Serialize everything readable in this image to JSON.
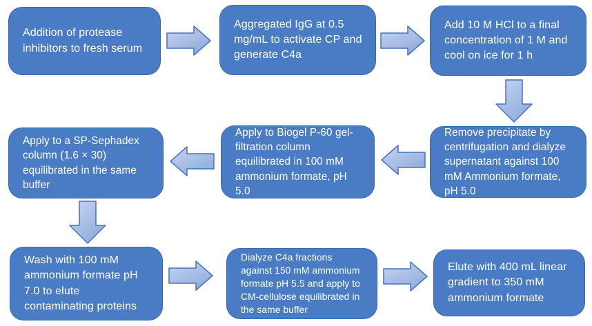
{
  "diagram": {
    "type": "flowchart",
    "rows": 3,
    "columns": 3,
    "flow_pattern": "serpentine: row1 left-to-right, row2 right-to-left, row3 left-to-right"
  },
  "colors": {
    "background": "#FFFFFF",
    "box_fill": "#4A7CC6",
    "box_border": "#3967AE",
    "box_text": "#FFFFFF",
    "arrow_fill_light": "#C9D5F0",
    "arrow_fill_dark": "#8FACDC",
    "arrow_border": "#4472C4"
  },
  "steps": [
    {
      "id": 1,
      "text": "Addition of protease inhibitors to fresh serum"
    },
    {
      "id": 2,
      "text": "Aggregated IgG at 0.5 mg/mL to activate CP and generate C4a"
    },
    {
      "id": 3,
      "text": "Add 10 M HCl to a final concentration of 1 M and cool on ice for 1 h"
    },
    {
      "id": 4,
      "text": "Remove precipitate by centrifugation and dialyze supernatant against 100 mM Ammonium formate, pH 5.0"
    },
    {
      "id": 5,
      "text": "Apply to Biogel P-60 gel-filtration column equilibrated in 100 mM ammonium formate, pH 5.0"
    },
    {
      "id": 6,
      "text": "Apply to a SP-Sephadex column (1.6 × 30) equilibrated in the same buffer"
    },
    {
      "id": 7,
      "text": "Wash with 100 mM ammonium formate pH 7.0 to elute contaminating proteins"
    },
    {
      "id": 8,
      "text": "Dialyze C4a fractions against 150 mM ammonium formate pH 5.5 and apply to CM-cellulose equilibrated in the same buffer"
    },
    {
      "id": 9,
      "text": "Elute with 400 mL linear gradient to 350 mM ammonium formate"
    }
  ],
  "connections": [
    {
      "from": 1,
      "to": 2,
      "direction": "right"
    },
    {
      "from": 2,
      "to": 3,
      "direction": "right"
    },
    {
      "from": 3,
      "to": 4,
      "direction": "down"
    },
    {
      "from": 4,
      "to": 5,
      "direction": "left"
    },
    {
      "from": 5,
      "to": 6,
      "direction": "left"
    },
    {
      "from": 6,
      "to": 7,
      "direction": "down"
    },
    {
      "from": 7,
      "to": 8,
      "direction": "right"
    },
    {
      "from": 8,
      "to": 9,
      "direction": "right"
    }
  ]
}
